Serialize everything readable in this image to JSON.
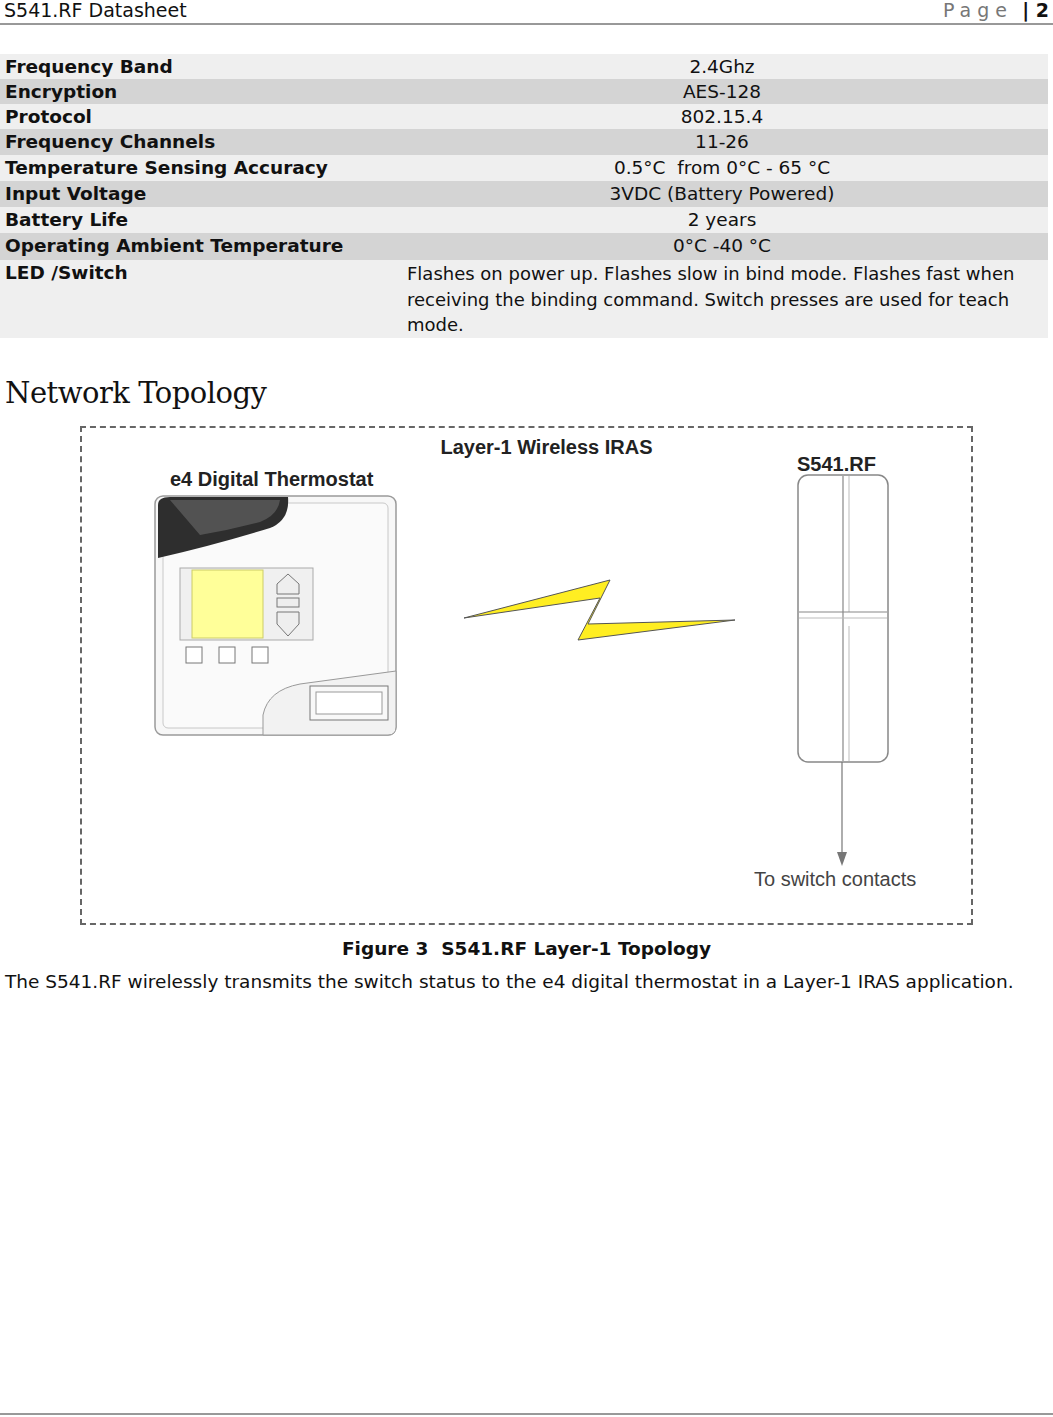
{
  "diagram": {
    "title": "Network Topology",
    "caption": "Figure 3  S541.RF Layer-1 Topology",
    "nodes": [
      {
        "text": [
          "Layer-1 Wireless IRAS"
        ]
      },
      {
        "text": [
          "e4 Digital Thermostat"
        ],
        "in": 0
      },
      {
        "text": [
          "S541.RF"
        ],
        "in": 0
      }
    ],
    "labels": [
      "S541.RF Datasheet",
      "Page",
      "| 2",
      "Frequency Band",
      "2.4Ghz",
      "Encryption",
      "AES-128",
      "Protocol",
      "802.15.4",
      "Frequency Channels",
      "11-26",
      "Temperature Sensing Accuracy",
      "0.5°C  from 0°C - 65 °C",
      "Input Voltage",
      "3VDC (Battery Powered)",
      "Battery Life",
      "2 years",
      "Operating Ambient Temperature",
      "0°C -40 °C",
      "LED /Switch",
      "Flashes on power up. Flashes slow in bind mode. Flashes fast when receiving the binding command. Switch presses are used for teach mode.",
      "To switch contacts",
      "The S541.RF wirelessly transmits the switch status to the e4 digital thermostat in a Layer-1 IRAS application."
    ]
  }
}
